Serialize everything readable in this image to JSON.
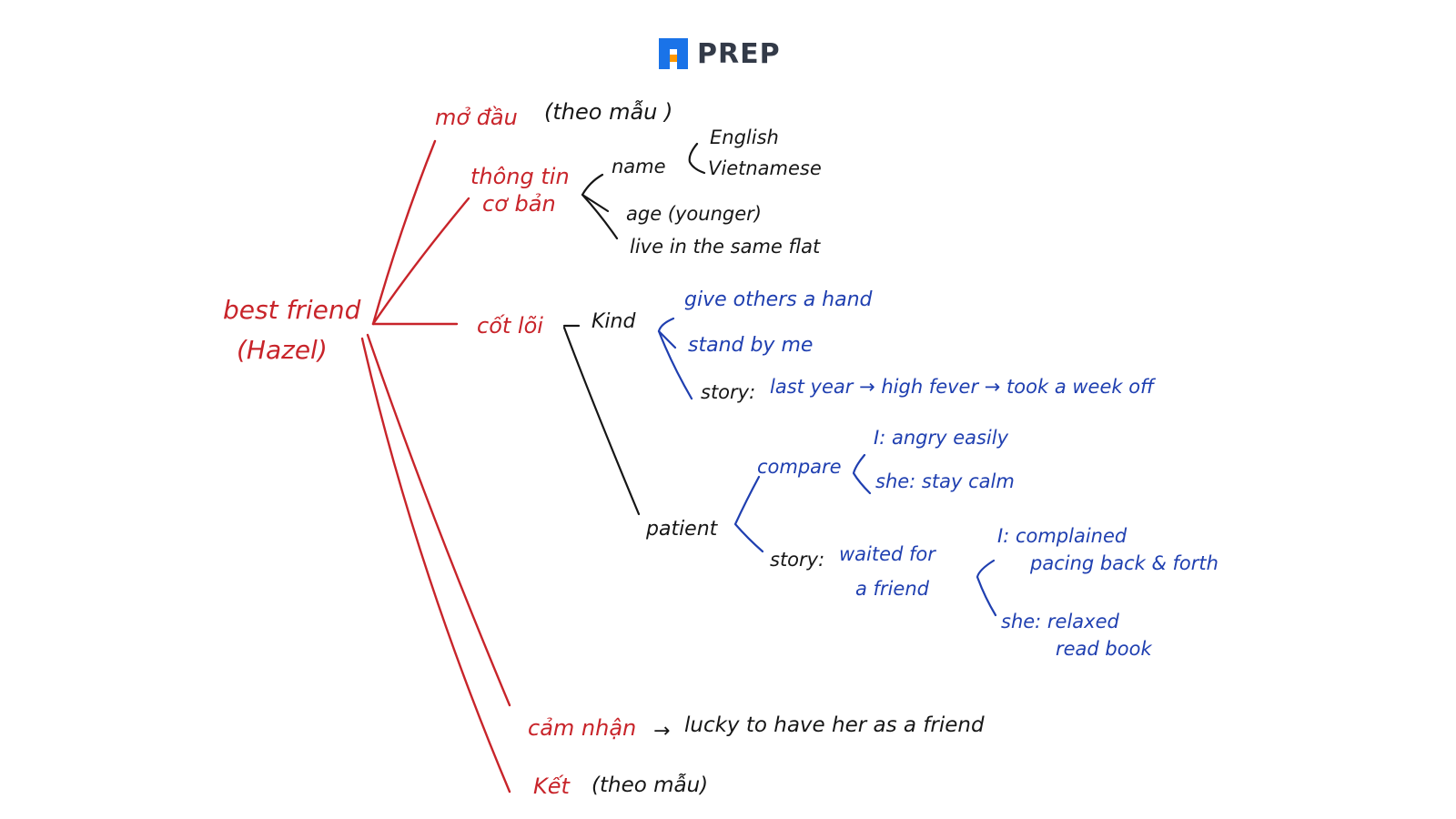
{
  "logo": {
    "brand": "PREP"
  },
  "center": {
    "line1": "best friend",
    "line2": "(Hazel)"
  },
  "branches": {
    "intro": {
      "label": "mở đầu",
      "note": "(theo mẫu )"
    },
    "basic_info": {
      "label_line1": "thông tin",
      "label_line2": "cơ bản",
      "name": "name",
      "name_english": "English",
      "name_vietnamese": "Vietnamese",
      "age": "age (younger)",
      "flat": "live in the same flat"
    },
    "core": {
      "label": "cốt lõi",
      "kind": {
        "label": "Kind",
        "hand": "give others a hand",
        "stand": "stand by me",
        "story_label": "story:",
        "story_text": "last year → high fever → took a week off"
      },
      "patient": {
        "label": "patient",
        "compare_label": "compare",
        "compare_i": "I: angry easily",
        "compare_she": "she: stay calm",
        "story_label": "story:",
        "story_line1": "waited for",
        "story_line2": "a friend",
        "i_line1": "I: complained",
        "i_line2": "pacing back & forth",
        "she_line1": "she: relaxed",
        "she_line2": "read book"
      }
    },
    "feelings": {
      "label": "cảm nhận",
      "arrow": "→",
      "text": "lucky to have her as a friend"
    },
    "conclusion": {
      "label": "Kết",
      "note": "(theo mẫu)"
    }
  }
}
